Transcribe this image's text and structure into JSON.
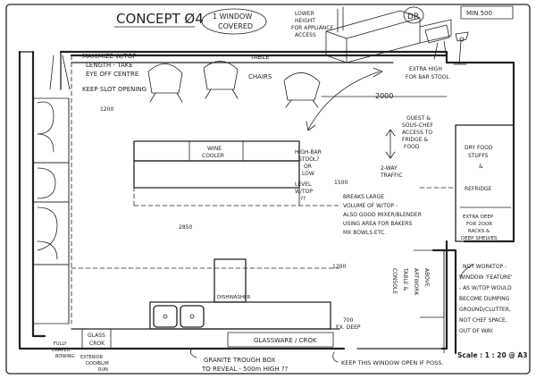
{
  "title": "CONCEPT Ø4",
  "title_note": [
    "1 WINDOW",
    "COVERED"
  ],
  "corner_tag": "DR",
  "top_right_label": "MIN 500",
  "scale": "Scale : 1 : 20  @ A3",
  "notes": {
    "lower_height": [
      "LOWER",
      "HEIGHT",
      "FOR APPLIANCE",
      "ACCESS"
    ],
    "maximize": [
      "MAXIMIZE W/TOP",
      "LENGTH - TAKE",
      "EYE OFF CENTRE"
    ],
    "keep_slot": "KEEP SLOT OPENING",
    "table": "TABLE",
    "chairs": "CHAIRS",
    "extra_high": [
      "EXTRA HIGH",
      "FOR BAR STOOL"
    ],
    "dim_2000": "2000",
    "dim_1200": "1200",
    "guest": [
      "GUEST &",
      "SOUS-CHEF",
      "ACCESS TO",
      "FRIDGE &",
      "FOOD"
    ],
    "two_way": [
      "2-WAY",
      "TRAFFIC"
    ],
    "dry_food": [
      "DRY FOOD",
      "STUFFS",
      "&",
      "REFRIDGE"
    ],
    "extra_deep": [
      "EXTRA DEEP",
      "FOR 2OOR",
      "RACKS &",
      "DEEP SHELVES"
    ],
    "wine_cooler": [
      "WINE",
      "COOLER"
    ],
    "high_bar": [
      "HIGH-BAR",
      "STOOL?",
      "OR",
      "LOW"
    ],
    "level_w_top": [
      "LEVEL",
      "W/TOP",
      "??"
    ],
    "dim_1500": "1500",
    "breaks": [
      "BREAKS LARGE",
      "VOLUME OF W/TOP -",
      "ALSO GOOD MIXER/BLENDER",
      "USING AREA FOR BAKERS",
      "MX BOWLS ETC."
    ],
    "dim_2850": "2850",
    "dim_1200b": "1200",
    "console": [
      "CONSOLE",
      "TABLE &",
      "ARTWORK",
      "ABOVE"
    ],
    "not_worktop": [
      "NOT WORKTOP -",
      "WINDOW 'FEATURE'",
      "- AS W/TOP WOULD",
      "BECOME DUMPING",
      "GROUND/CLUTTER,",
      "NOT CHEF SPACE,",
      "OUT OF WAY."
    ],
    "dishwasher": "DISHWASHER",
    "dim_700": [
      "700",
      "EX. DEEP"
    ],
    "glass_crok": [
      "GLASS",
      "CROK"
    ],
    "glassware": "GLASSWARE / CROK",
    "fully_draped": [
      "FULLY",
      "DRAPED",
      "BOWING"
    ],
    "exterior": [
      "EXTERIOR",
      "DOOR",
      "SLIM",
      "RUN"
    ],
    "granite": [
      "GRANITE TROUGH BOX",
      "TO REVEAL - 500m HIGH ??"
    ],
    "keep_window": "KEEP THIS WINDOW OPEN IF POSS."
  }
}
